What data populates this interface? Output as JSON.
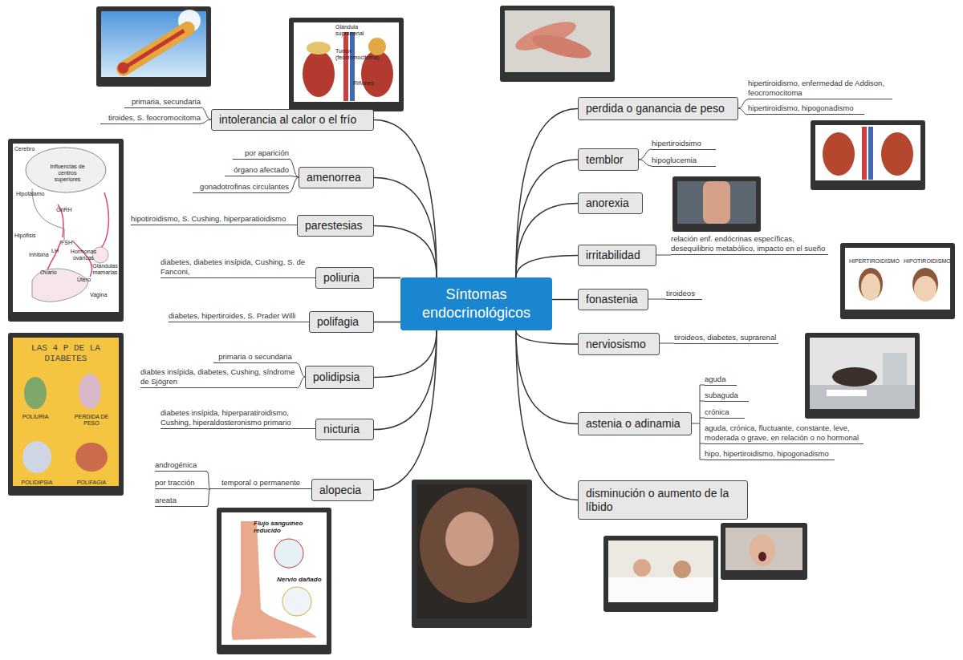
{
  "diagram": {
    "nodes": [
      {
        "text": [
          "Síntomas endocrinológicos"
        ]
      },
      {
        "text": [
          "intolerancia al calor o el frío"
        ]
      },
      {
        "text": [
          "amenorrea"
        ]
      },
      {
        "text": [
          "parestesias"
        ]
      },
      {
        "text": [
          "poliuria"
        ]
      },
      {
        "text": [
          "polifagia"
        ]
      },
      {
        "text": [
          "polidipsia"
        ]
      },
      {
        "text": [
          "nicturia"
        ]
      },
      {
        "text": [
          "alopecia"
        ]
      },
      {
        "text": [
          "perdida o ganancia de peso"
        ]
      },
      {
        "text": [
          "temblor"
        ]
      },
      {
        "text": [
          "anorexia"
        ]
      },
      {
        "text": [
          "irritabilidad"
        ]
      },
      {
        "text": [
          "fonastenia"
        ]
      },
      {
        "text": [
          "nerviosismo"
        ]
      },
      {
        "text": [
          "astenia o adinamia"
        ]
      },
      {
        "text": [
          "disminución o aumento de la líbido"
        ]
      }
    ],
    "edges": [
      {
        "from": 0,
        "to": 1,
        "arrow": "none"
      },
      {
        "from": 0,
        "to": 2,
        "arrow": "none"
      },
      {
        "from": 0,
        "to": 3,
        "arrow": "none"
      },
      {
        "from": 0,
        "to": 4,
        "arrow": "none"
      },
      {
        "from": 0,
        "to": 5,
        "arrow": "none"
      },
      {
        "from": 0,
        "to": 6,
        "arrow": "none"
      },
      {
        "from": 0,
        "to": 7,
        "arrow": "none"
      },
      {
        "from": 0,
        "to": 8,
        "arrow": "none"
      },
      {
        "from": 0,
        "to": 9,
        "arrow": "none"
      },
      {
        "from": 0,
        "to": 10,
        "arrow": "none"
      },
      {
        "from": 0,
        "to": 11,
        "arrow": "none"
      },
      {
        "from": 0,
        "to": 12,
        "arrow": "none"
      },
      {
        "from": 0,
        "to": 13,
        "arrow": "none"
      },
      {
        "from": 0,
        "to": 14,
        "arrow": "none"
      },
      {
        "from": 0,
        "to": 15,
        "arrow": "none"
      },
      {
        "from": 0,
        "to": 16,
        "arrow": "none"
      }
    ],
    "labels": [
      "primaria, secundaria",
      "tiroides, S. feocromocitoma",
      "por aparición",
      "órgano afectado",
      "gonadotrofinas circulantes",
      "hipotiroidismo, S. Cushing, hiperparatioidismo",
      "diabetes, diabetes insípida, Cushing, S. de Fanconi,",
      "diabetes, hipertiroides, S. Prader Willi",
      "primaria o secundaria",
      "diabtes insípida, diabetes, Cushing, síndrome de Sjögren",
      "diabetes insípida, hiperparatiroidismo, Cushing, hiperaldosteronismo primario",
      "temporal o permanente",
      "androgénica",
      "por tracción",
      "areata",
      "hipertiroidismo, enfermedad de Addison, feocromocitoma",
      "hipertiroidismo, hipogonadismo",
      "hipertiroidsimo",
      "hipoglucemia",
      "relación enf. endócrinas específicas, desequilibrio metabólico, impacto en el sueño",
      "tiroideos",
      "tiroideos, diabetes, suprarenal",
      "aguda",
      "subaguda",
      "crónica",
      "aguda, crónica, fluctuante, constante, leve, moderada o grave, en relación o no hormonal",
      "hipo, hipertiroidismo, hipogonadismo",
      "Glándula suprarrenal",
      "Tumor (feocromocitoma)",
      "Riñones",
      "Cerebro",
      "Influencias de centros superiores",
      "Hipotálamo",
      "GnRH",
      "Hipófisis",
      "FSH",
      "LH",
      "Inhibina",
      "Hormonas ováricas",
      "Útero",
      "Ovario",
      "Glándulas mamarias",
      "Vagina",
      "LAS 4 P DE LA DIABETES",
      "POLIURIA",
      "PERDIDA DE PESO",
      "POLIDIPSIA",
      "POLIFAGIA",
      "HIPERTIROIDISMO",
      "HIPOTIROIDISMO",
      "Flujo sanguíneo reducido",
      "Nervio dañado"
    ]
  }
}
